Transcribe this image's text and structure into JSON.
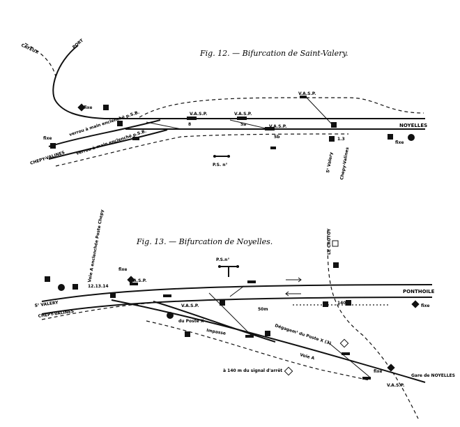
{
  "fig12": {
    "caption": "Fig. 12. — Bifurcation de Saint-Valery.",
    "labels": {
      "cayeux": "CAYEUX",
      "port": "PORT",
      "noyelles": "NOYELLES",
      "chepy": "CHEPY-VALINES",
      "verrou_top": "verrou à main enclenché p.S.B.",
      "verrou_bottom": "verrou à main enclenché p.S.B.",
      "ps": "P.S. n°",
      "vasp1": "V.A.S.P.",
      "vasp2": "V.A.S.P.",
      "vasp3": "V.A.S.P.",
      "vasp4": "V.A.S.P.",
      "fixe1": "fixe",
      "fixe2": "fixe",
      "fixe3": "fixe",
      "st_valery": "Sᵗ Valery",
      "chepy_vert": "Chepy-Valines",
      "num_1_3": "1.3",
      "num_5a": "5a",
      "num_8": "8",
      "num_5b": "5b"
    }
  },
  "fig13": {
    "caption": "Fig. 13. — Bifurcation de Noyelles.",
    "labels": {
      "st_valery": "Sᵗ VALERY",
      "chepy": "CHEPY-VALINES",
      "ponthoile": "PONTHOILE",
      "le_crotoy": "LE CROTOY",
      "ps": "P.S.n°",
      "vasp1": "V.A.S.P.",
      "vasp2": "V.A.S.P.",
      "vasp3": "V.A.S.P.",
      "fixe1": "fixe",
      "fixe2": "fixe",
      "fixe3": "fixe",
      "impasse": "Impasse",
      "voie_a": "Voie A",
      "gare": "Gare de NOYELLES",
      "signal_arret": "à 140 m du signal d'arrêt",
      "poste_x": "du Poste X",
      "degagement": "Dégagemᵗ du Poste X (3)",
      "vertical": "Voie A enclenchée Poste Chepy",
      "nums": "12.13.14",
      "d50m": "50m",
      "d140m": "140m"
    }
  }
}
